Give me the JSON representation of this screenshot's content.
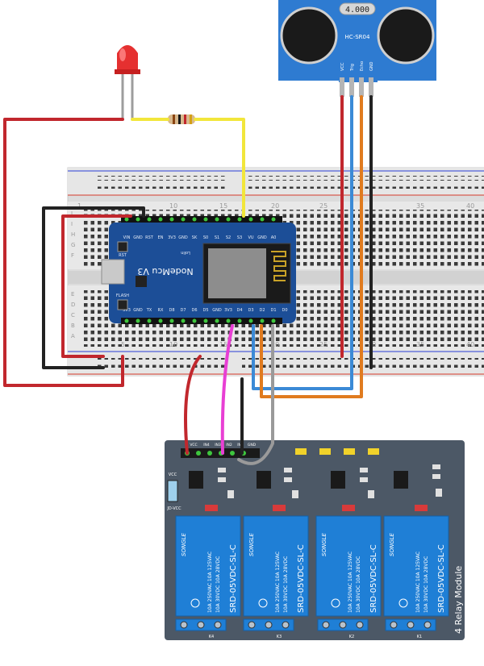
{
  "sensor": {
    "display": "4.000",
    "model": "HC-SR04",
    "pins": [
      "VCC",
      "Trig",
      "Echo",
      "GND"
    ]
  },
  "nodemcu": {
    "name": "NodeMcu V3",
    "brand": "Lolin",
    "top_pins": [
      "VIN",
      "GND",
      "RST",
      "EN",
      "3V3",
      "GND",
      "SK",
      "S0",
      "S1",
      "S2",
      "S3",
      "VU",
      "GND",
      "A0"
    ],
    "bottom_pins": [
      "3V3",
      "GND",
      "TX",
      "RX",
      "D8",
      "D7",
      "D6",
      "D5",
      "GND",
      "3V3",
      "D4",
      "D3",
      "D2",
      "D1",
      "D0"
    ],
    "rst_label": "RST",
    "flash_label": "FLASH"
  },
  "breadboard": {
    "col_numbers": [
      "1",
      "5",
      "10",
      "15",
      "20",
      "25",
      "30",
      "35",
      "40"
    ],
    "row_letters_top": [
      "J",
      "I",
      "H",
      "G",
      "F"
    ],
    "row_letters_bottom": [
      "E",
      "D",
      "C",
      "B",
      "A"
    ]
  },
  "relay_module": {
    "title": "4 Relay Module",
    "header_pins": [
      "GND",
      "IN1",
      "IN2",
      "IN3",
      "IN4",
      "VCC"
    ],
    "jumper_top": "VCC",
    "jumper_bottom": "JD-VCC",
    "brand": "SONGLE",
    "part": "SRD-05VDC-SL-C",
    "rating1": "10A 250VAC  10A 125VAC",
    "rating2": "10A 30VDC  10A 28VDC",
    "terminals": [
      "K4",
      "K3",
      "K2",
      "K1"
    ]
  },
  "colors": {
    "red_wire": "#c1272d",
    "black_wire": "#222222",
    "yellow_wire": "#f2e63b",
    "blue_wire": "#3b8ad6",
    "orange_wire": "#e07b1f",
    "pink_wire": "#e83fd4",
    "gray_wire": "#9a9a9a",
    "sensor_blue": "#2e7bd1",
    "nodemcu_blue": "#1c4e97",
    "relay_board": "#4c5866",
    "relay_blue": "#1f7fd6"
  }
}
